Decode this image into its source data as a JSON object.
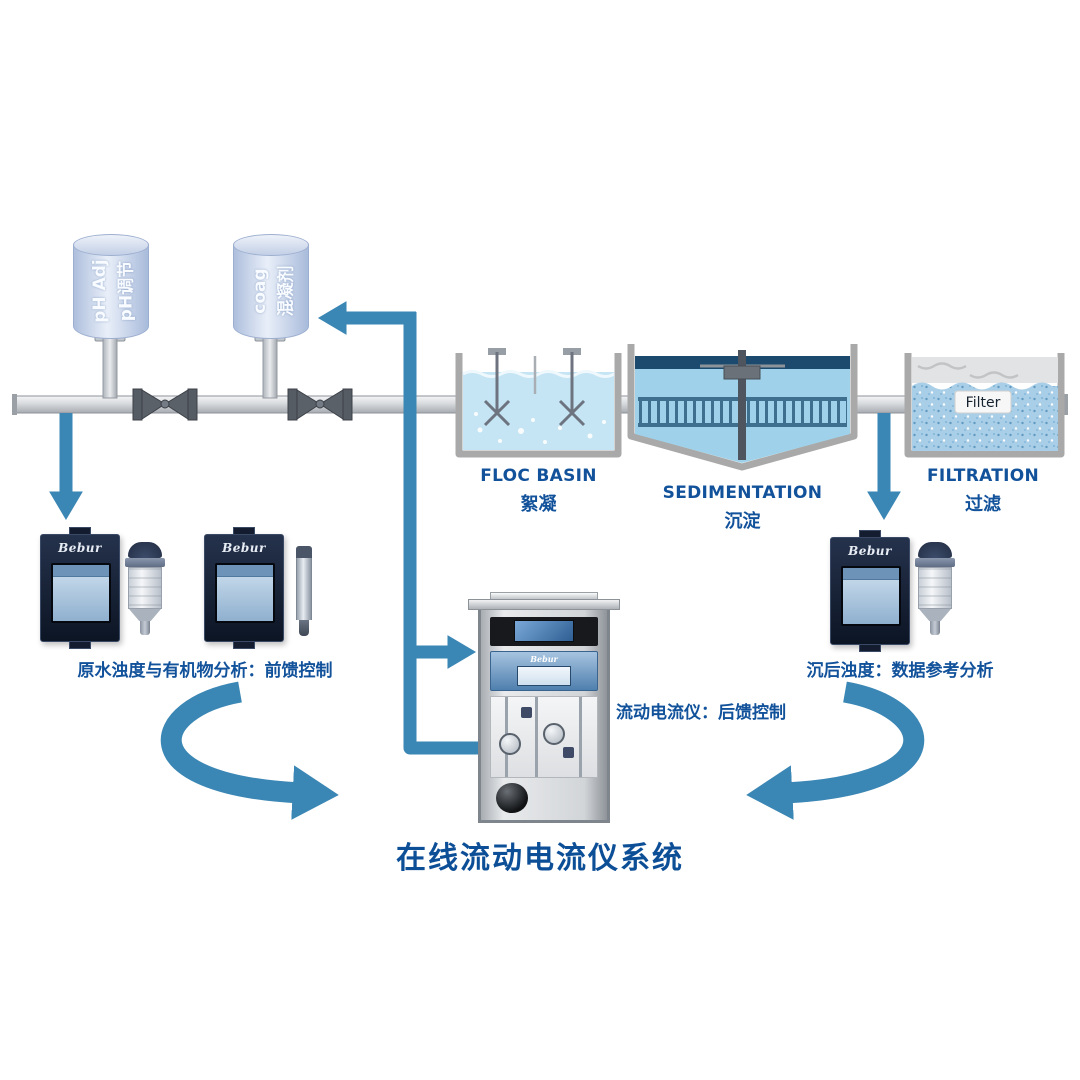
{
  "title": "在线流动电流仪系统",
  "tanks": {
    "ph": {
      "en": "pH Adj",
      "zh": "pH调节"
    },
    "coag": {
      "en": "coag",
      "zh": "混凝剂"
    }
  },
  "process_units": {
    "floc": {
      "en": "FLOC BASIN",
      "zh": "絮凝"
    },
    "sedimentation": {
      "en": "SEDIMENTATION",
      "zh": "沉淀"
    },
    "filtration": {
      "en": "FILTRATION",
      "zh": "过滤",
      "media_label": "Filter"
    }
  },
  "instruments": {
    "brand": "Bebur"
  },
  "captions": {
    "raw_water": "原水浊度与有机物分析：前馈控制",
    "settled": "沉后浊度：数据参考分析",
    "cabinet": "流动电流仪：后馈控制"
  },
  "colors": {
    "arrow_blue": "#3a86b4",
    "label_blue": "#12529b",
    "water_light": "#c5e5f4",
    "water_mid": "#9fd2ea",
    "surface_dark": "#1c4a6e"
  }
}
